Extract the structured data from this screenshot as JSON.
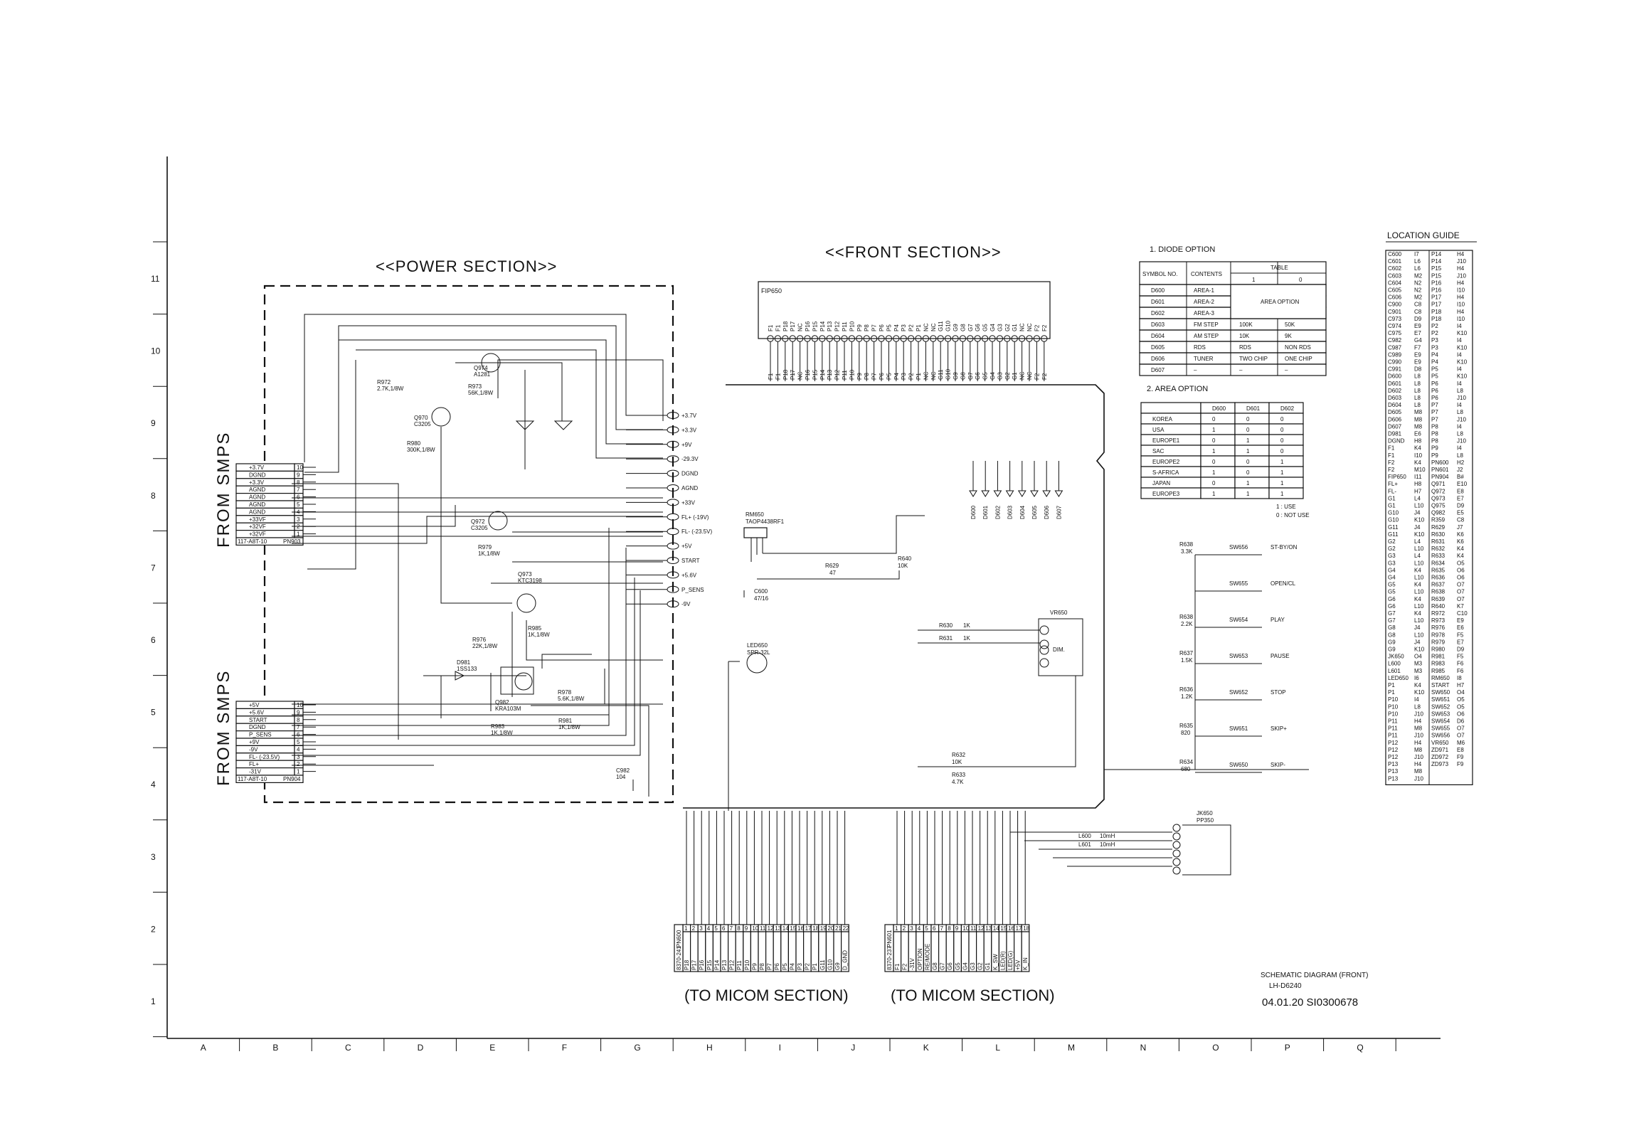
{
  "sections": {
    "power_title": "<<POWER SECTION>>",
    "front_title": "<<FRONT SECTION>>",
    "from_smps_top": "FROM SMPS",
    "from_smps_bottom": "FROM SMPS",
    "to_micom_left": "(TO MICOM SECTION)",
    "to_micom_right": "(TO MICOM SECTION)"
  },
  "grid": {
    "rows": [
      "11",
      "10",
      "9",
      "8",
      "7",
      "6",
      "5",
      "4",
      "3",
      "2",
      "1"
    ],
    "cols": [
      "A",
      "B",
      "C",
      "D",
      "E",
      "F",
      "G",
      "H",
      "I",
      "J",
      "K",
      "L",
      "M",
      "N",
      "O",
      "P",
      "Q"
    ]
  },
  "connector_top": {
    "part": "PN903",
    "ref": "117-A8T-10",
    "pins": [
      {
        "n": "10",
        "sig": "+3.7V"
      },
      {
        "n": "9",
        "sig": "DGND"
      },
      {
        "n": "8",
        "sig": "+3.3V"
      },
      {
        "n": "7",
        "sig": "AGND"
      },
      {
        "n": "6",
        "sig": "AGND"
      },
      {
        "n": "5",
        "sig": "AGND"
      },
      {
        "n": "4",
        "sig": "AGND"
      },
      {
        "n": "3",
        "sig": "+33VF"
      },
      {
        "n": "2",
        "sig": "+32VF"
      },
      {
        "n": "1",
        "sig": "+32VF"
      }
    ]
  },
  "connector_bottom": {
    "part": "PN904",
    "ref": "117-A8T-10",
    "pins": [
      {
        "n": "10",
        "sig": "+5V"
      },
      {
        "n": "9",
        "sig": "+5.6V"
      },
      {
        "n": "8",
        "sig": "START"
      },
      {
        "n": "7",
        "sig": "DGND"
      },
      {
        "n": "6",
        "sig": "P_SENS"
      },
      {
        "n": "5",
        "sig": "+9V"
      },
      {
        "n": "4",
        "sig": "-9V"
      },
      {
        "n": "3",
        "sig": "FL- (-23.5V)"
      },
      {
        "n": "2",
        "sig": "FL+"
      },
      {
        "n": "1",
        "sig": "-31V"
      }
    ]
  },
  "power_outputs": [
    "+3.7V",
    "+3.3V",
    "+9V",
    "-29.3V",
    "DGND",
    "AGND",
    "+33V",
    "FL+ (-19V)",
    "FL- (-23.5V)",
    "+5V",
    "START",
    "+5.6V",
    "P_SENS",
    "-9V"
  ],
  "power_parts": [
    {
      "ref": "R972",
      "val": "2.7K,1/8W"
    },
    {
      "ref": "Q974",
      "val": "A1281"
    },
    {
      "ref": "R973",
      "val": "56K,1/8W"
    },
    {
      "ref": "Q970",
      "val": "C3205"
    },
    {
      "ref": "R980",
      "val": "300K,1/8W"
    },
    {
      "ref": "Q972",
      "val": "C3205"
    },
    {
      "ref": "R979",
      "val": "1K,1/8W"
    },
    {
      "ref": "Q973",
      "val": "KTC3198"
    },
    {
      "ref": "R976",
      "val": "22K,1/8W"
    },
    {
      "ref": "R985",
      "val": "1K,1/8W"
    },
    {
      "ref": "D981",
      "val": "1SS133"
    },
    {
      "ref": "Q982",
      "val": "KRA103M"
    },
    {
      "ref": "R978",
      "val": "5.6K,1/8W"
    },
    {
      "ref": "R983",
      "val": "1K,1/8W"
    },
    {
      "ref": "R981",
      "val": "1K,1/8W"
    },
    {
      "ref": "C982",
      "val": "104"
    }
  ],
  "fip": {
    "ref": "FIP650",
    "pins": [
      "F1",
      "F1",
      "P18",
      "P17",
      "NC",
      "P16",
      "P15",
      "P14",
      "P13",
      "P12",
      "P11",
      "P10",
      "P9",
      "P8",
      "P7",
      "P6",
      "P5",
      "P4",
      "P3",
      "P2",
      "P1",
      "NC",
      "NC",
      "G11",
      "G10",
      "G9",
      "G8",
      "G7",
      "G6",
      "G5",
      "G4",
      "G3",
      "G2",
      "G1",
      "NC",
      "NC",
      "F2",
      "F2"
    ]
  },
  "front_parts": [
    {
      "ref": "RM650",
      "val": "TAOP4438RF1"
    },
    {
      "ref": "C600",
      "val": "47/16"
    },
    {
      "ref": "R629",
      "val": "47"
    },
    {
      "ref": "R640",
      "val": "10K"
    },
    {
      "ref": "LED650",
      "val": "SPR-32L"
    },
    {
      "ref": "R630",
      "val": "1K"
    },
    {
      "ref": "R631",
      "val": "1K"
    },
    {
      "ref": "VR650",
      "val": "DIM."
    },
    {
      "ref": "R632",
      "val": "10K"
    },
    {
      "ref": "R633",
      "val": "4.7K"
    },
    {
      "ref": "JK650",
      "val": "PP350"
    },
    {
      "ref": "L600",
      "val": "10mH"
    },
    {
      "ref": "L601",
      "val": "10mH"
    }
  ],
  "diode_row": [
    "D600",
    "D601",
    "D602",
    "D603",
    "D604",
    "D605",
    "D606",
    "D607"
  ],
  "switches": [
    {
      "ref": "SW656",
      "label": "ST-BY/ON",
      "r": "R638",
      "rv": "3.3K"
    },
    {
      "ref": "SW655",
      "label": "OPEN/CL",
      "r": "",
      "rv": ""
    },
    {
      "ref": "SW654",
      "label": "PLAY",
      "r": "R638",
      "rv": "2.2K"
    },
    {
      "ref": "SW653",
      "label": "PAUSE",
      "r": "R637",
      "rv": "1.5K"
    },
    {
      "ref": "SW652",
      "label": "STOP",
      "r": "R636",
      "rv": "1.2K"
    },
    {
      "ref": "SW651",
      "label": "SKIP+",
      "r": "R635",
      "rv": "820"
    },
    {
      "ref": "SW650",
      "label": "SKIP-",
      "r": "R634",
      "rv": "680"
    }
  ],
  "diode_option": {
    "title": "1. DIODE OPTION",
    "headers": [
      "SYMBOL NO.",
      "CONTENTS",
      "TABLE",
      "1",
      "0"
    ],
    "area_option_label": "AREA OPTION",
    "rows": [
      {
        "sym": "D600",
        "content": "AREA-1",
        "one": "",
        "zero": ""
      },
      {
        "sym": "D601",
        "content": "AREA-2",
        "one": "",
        "zero": ""
      },
      {
        "sym": "D602",
        "content": "AREA-3",
        "one": "",
        "zero": ""
      },
      {
        "sym": "D603",
        "content": "FM STEP",
        "one": "100K",
        "zero": "50K"
      },
      {
        "sym": "D604",
        "content": "AM STEP",
        "one": "10K",
        "zero": "9K"
      },
      {
        "sym": "D605",
        "content": "RDS",
        "one": "RDS",
        "zero": "NON RDS"
      },
      {
        "sym": "D606",
        "content": "TUNER",
        "one": "TWO CHIP",
        "zero": "ONE CHIP"
      },
      {
        "sym": "D607",
        "content": "–",
        "one": "–",
        "zero": "–"
      }
    ]
  },
  "area_option": {
    "title": "2. AREA OPTION",
    "headers": [
      "",
      "D600",
      "D601",
      "D602"
    ],
    "rows": [
      [
        "KOREA",
        "0",
        "0",
        "0"
      ],
      [
        "USA",
        "1",
        "0",
        "0"
      ],
      [
        "EUROPE1",
        "0",
        "1",
        "0"
      ],
      [
        "SAC",
        "1",
        "1",
        "0"
      ],
      [
        "EUROPE2",
        "0",
        "0",
        "1"
      ],
      [
        "S-AFRICA",
        "1",
        "0",
        "1"
      ],
      [
        "JAPAN",
        "0",
        "1",
        "1"
      ],
      [
        "EUROPE3",
        "1",
        "1",
        "1"
      ]
    ],
    "legend_use": "1 : USE",
    "legend_not_use": "0 : NOT USE"
  },
  "location_guide": {
    "title": "LOCATION GUIDE",
    "col1": [
      [
        "C600",
        "I7"
      ],
      [
        "C601",
        "L6"
      ],
      [
        "C602",
        "L6"
      ],
      [
        "C603",
        "M2"
      ],
      [
        "C604",
        "N2"
      ],
      [
        "C605",
        "N2"
      ],
      [
        "C606",
        "M2"
      ],
      [
        "C900",
        "C8"
      ],
      [
        "C901",
        "C8"
      ],
      [
        "C973",
        "D9"
      ],
      [
        "C974",
        "E9"
      ],
      [
        "C975",
        "E7"
      ],
      [
        "C982",
        "G4"
      ],
      [
        "C987",
        "F7"
      ],
      [
        "C989",
        "E9"
      ],
      [
        "C990",
        "E9"
      ],
      [
        "C991",
        "D8"
      ],
      [
        "D600",
        "L8"
      ],
      [
        "D601",
        "L8"
      ],
      [
        "D602",
        "L8"
      ],
      [
        "D603",
        "L8"
      ],
      [
        "D604",
        "L8"
      ],
      [
        "D605",
        "M8"
      ],
      [
        "D606",
        "M8"
      ],
      [
        "D607",
        "M8"
      ],
      [
        "D981",
        "E6"
      ],
      [
        "DGND",
        "H8"
      ],
      [
        "F1",
        "K4"
      ],
      [
        "F1",
        "I10"
      ],
      [
        "F2",
        "K4"
      ],
      [
        "F2",
        "M10"
      ],
      [
        "FIP650",
        "I11"
      ],
      [
        "FL+",
        "H8"
      ],
      [
        "FL-",
        "H7"
      ],
      [
        "G1",
        "L4"
      ],
      [
        "G1",
        "L10"
      ],
      [
        "G10",
        "J4"
      ],
      [
        "G10",
        "K10"
      ],
      [
        "G11",
        "J4"
      ],
      [
        "G11",
        "K10"
      ],
      [
        "G2",
        "L4"
      ],
      [
        "G2",
        "L10"
      ],
      [
        "G3",
        "L4"
      ],
      [
        "G3",
        "L10"
      ],
      [
        "G4",
        "K4"
      ],
      [
        "G4",
        "L10"
      ],
      [
        "G5",
        "K4"
      ],
      [
        "G5",
        "L10"
      ],
      [
        "G6",
        "K4"
      ],
      [
        "G6",
        "L10"
      ],
      [
        "G7",
        "K4"
      ],
      [
        "G7",
        "L10"
      ],
      [
        "G8",
        "J4"
      ],
      [
        "G8",
        "L10"
      ],
      [
        "G9",
        "J4"
      ],
      [
        "G9",
        "K10"
      ],
      [
        "JK650",
        "O4"
      ],
      [
        "L600",
        "M3"
      ],
      [
        "L601",
        "M3"
      ],
      [
        "LED650",
        "I6"
      ],
      [
        "P1",
        "K4"
      ],
      [
        "P1",
        "K10"
      ],
      [
        "P10",
        "I4"
      ],
      [
        "P10",
        "L8"
      ],
      [
        "P10",
        "J10"
      ],
      [
        "P11",
        "H4"
      ],
      [
        "P11",
        "M8"
      ],
      [
        "P11",
        "J10"
      ],
      [
        "P12",
        "H4"
      ],
      [
        "P12",
        "M8"
      ],
      [
        "P12",
        "J10"
      ],
      [
        "P13",
        "H4"
      ],
      [
        "P13",
        "M8"
      ],
      [
        "P13",
        "J10"
      ]
    ],
    "col2": [
      [
        "P14",
        "H4"
      ],
      [
        "P14",
        "J10"
      ],
      [
        "P15",
        "H4"
      ],
      [
        "P15",
        "J10"
      ],
      [
        "P16",
        "H4"
      ],
      [
        "P16",
        "I10"
      ],
      [
        "P17",
        "H4"
      ],
      [
        "P17",
        "I10"
      ],
      [
        "P18",
        "H4"
      ],
      [
        "P18",
        "I10"
      ],
      [
        "P2",
        "I4"
      ],
      [
        "P2",
        "K10"
      ],
      [
        "P3",
        "I4"
      ],
      [
        "P3",
        "K10"
      ],
      [
        "P4",
        "I4"
      ],
      [
        "P4",
        "K10"
      ],
      [
        "P5",
        "I4"
      ],
      [
        "P5",
        "K10"
      ],
      [
        "P6",
        "I4"
      ],
      [
        "P6",
        "L8"
      ],
      [
        "P6",
        "J10"
      ],
      [
        "P7",
        "I4"
      ],
      [
        "P7",
        "L8"
      ],
      [
        "P7",
        "J10"
      ],
      [
        "P8",
        "I4"
      ],
      [
        "P8",
        "L8"
      ],
      [
        "P8",
        "J10"
      ],
      [
        "P9",
        "I4"
      ],
      [
        "P9",
        "L8"
      ],
      [
        "PN600",
        "H2"
      ],
      [
        "PN601",
        "J2"
      ],
      [
        "PN904",
        "B#"
      ],
      [
        "Q971",
        "E10"
      ],
      [
        "Q972",
        "E8"
      ],
      [
        "Q973",
        "E7"
      ],
      [
        "Q975",
        "D9"
      ],
      [
        "Q982",
        "E5"
      ],
      [
        "R359",
        "C8"
      ],
      [
        "R629",
        "J7"
      ],
      [
        "R630",
        "K6"
      ],
      [
        "R631",
        "K6"
      ],
      [
        "R632",
        "K4"
      ],
      [
        "R633",
        "K4"
      ],
      [
        "R634",
        "O5"
      ],
      [
        "R635",
        "O6"
      ],
      [
        "R636",
        "O6"
      ],
      [
        "R637",
        "O7"
      ],
      [
        "R638",
        "O7"
      ],
      [
        "R639",
        "O7"
      ],
      [
        "R640",
        "K7"
      ],
      [
        "R972",
        "C10"
      ],
      [
        "R973",
        "E9"
      ],
      [
        "R976",
        "E6"
      ],
      [
        "R978",
        "F5"
      ],
      [
        "R979",
        "E7"
      ],
      [
        "R980",
        "D9"
      ],
      [
        "R981",
        "F5"
      ],
      [
        "R983",
        "F6"
      ],
      [
        "R985",
        "F6"
      ],
      [
        "RM650",
        "I8"
      ],
      [
        "START",
        "H7"
      ],
      [
        "SW650",
        "O4"
      ],
      [
        "SW651",
        "O5"
      ],
      [
        "SW652",
        "O5"
      ],
      [
        "SW653",
        "O6"
      ],
      [
        "SW654",
        "D6"
      ],
      [
        "SW655",
        "O7"
      ],
      [
        "SW656",
        "O7"
      ],
      [
        "VR650",
        "M6"
      ],
      [
        "ZD971",
        "E8"
      ],
      [
        "ZD972",
        "F9"
      ],
      [
        "ZD973",
        "F9"
      ]
    ]
  },
  "micom_left": {
    "ref": "PN600",
    "label": "8370-241",
    "pins": [
      "P18",
      "P17",
      "P16",
      "P15",
      "P14",
      "P13",
      "P12",
      "P11",
      "P10",
      "P9",
      "P8",
      "P7",
      "P6",
      "P5",
      "P4",
      "P3",
      "P2",
      "P1",
      "G11",
      "G10",
      "G9",
      "D_GND"
    ]
  },
  "micom_right": {
    "ref": "PN601",
    "label": "8370-237",
    "pins": [
      "F1",
      "F2",
      "-31V",
      "OPTION",
      "RE/MODE",
      "G8",
      "G7",
      "G6",
      "G5",
      "G4",
      "G3",
      "G2",
      "G1",
      "K_SW",
      "LED(R)",
      "LED(G)",
      "+5V",
      "K_IN"
    ]
  },
  "footer": {
    "title": "SCHEMATIC DIAGRAM (FRONT)",
    "model": "LH-D6240",
    "code": "04.01.20  SI0300678"
  }
}
